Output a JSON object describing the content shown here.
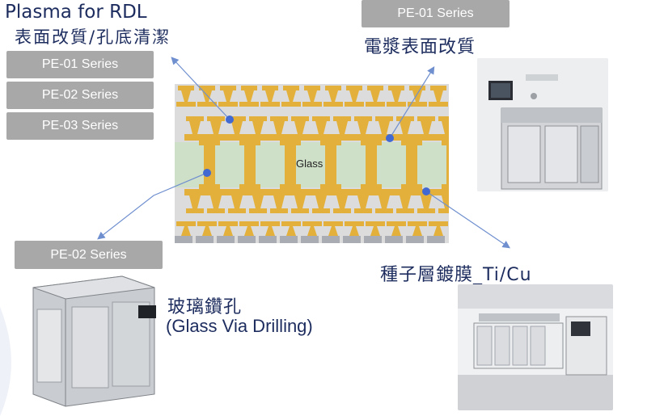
{
  "title": "Plasma for RDL",
  "subtitle": "表面改質/孔底清潔",
  "series_list": [
    "PE-01 Series",
    "PE-02 Series",
    "PE-03 Series"
  ],
  "top_right": {
    "badge": "PE-01 Series",
    "label": "電漿表面改質"
  },
  "bottom_left": {
    "badge": "PE-02 Series",
    "label_cn": "玻璃鑽孔",
    "label_en": "(Glass Via Drilling)"
  },
  "bottom_right": {
    "label": "種子層鍍膜_Ti/Cu"
  },
  "diagram": {
    "glass_label": "Glass"
  },
  "colors": {
    "gold": "#e3b13b",
    "glass": "#cfe0c8",
    "badge": "#a8a8a8",
    "text": "#1d2c5e",
    "dot": "#4169d1"
  }
}
